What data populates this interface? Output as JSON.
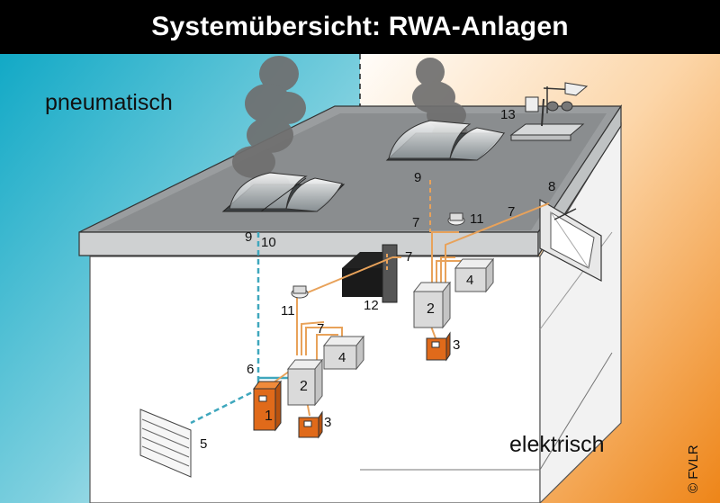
{
  "title": "Systemübersicht: RWA-Anlagen",
  "side_labels": {
    "left": "pneumatisch",
    "right": "elektrisch"
  },
  "copyright": "© FVLR",
  "component_numbers": {
    "n1": "1",
    "n2a": "2",
    "n2b": "2",
    "n3a": "3",
    "n3b": "3",
    "n4a": "4",
    "n4b": "4",
    "n5": "5",
    "n6": "6",
    "n7a": "7",
    "n7b": "7",
    "n7c": "7",
    "n7d": "7",
    "n8": "8",
    "n9a": "9",
    "n9b": "9",
    "n10": "10",
    "n11a": "11",
    "n11b": "11",
    "n12": "12",
    "n13": "13"
  },
  "colors": {
    "pneumatic_bg": "#1fb3cc",
    "electric_bg": "#f08a1c",
    "wire_orange": "#e8a25a",
    "pneumatic_line": "#3fa7bd",
    "panel_orange": "#e06a1a",
    "roof": "#8e9193",
    "smoke": "#6f6f6f"
  }
}
